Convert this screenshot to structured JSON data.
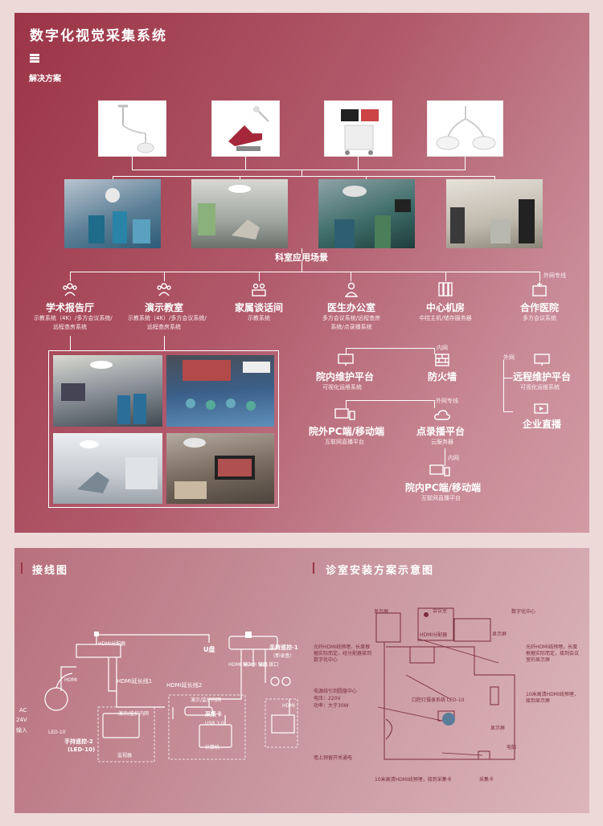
{
  "title": "数字化视觉采集系统",
  "subtitle": "解决方案",
  "devices": [
    "ceiling-lamp",
    "dental-chair",
    "mobile-cart",
    "dual-shadowless-lamp"
  ],
  "hub_label": "科室应用场景",
  "scenes": [
    {
      "title": "学术报告厅",
      "desc1": "示教系统（4K）/多方会议系统/",
      "desc2": "远程查房系统",
      "icon": "group-icon"
    },
    {
      "title": "演示教室",
      "desc1": "示教系统（4K）/多方会议系统/",
      "desc2": "远程查房系统",
      "icon": "group-icon"
    },
    {
      "title": "家属谈话间",
      "desc1": "示教系统",
      "desc2": "",
      "icon": "family-icon"
    },
    {
      "title": "医生办公室",
      "desc1": "多方会议系统/远程查房",
      "desc2": "系统/点录播系统",
      "icon": "doctor-icon"
    },
    {
      "title": "中心机房",
      "desc1": "中控主机/储存服务器",
      "desc2": "",
      "icon": "server-icon"
    },
    {
      "title": "合作医院",
      "desc1": "多方会议系统",
      "desc2": "",
      "icon": "hospital-icon"
    }
  ],
  "external_line": "外网专线",
  "platforms": {
    "intranet_label": "内网",
    "internal_maint": {
      "title": "院内维护平台",
      "desc": "可视化运维系统"
    },
    "firewall": {
      "title": "防火墙"
    },
    "external_label": "外网",
    "remote_maint": {
      "title": "远程维护平台",
      "desc": "可视化运维系统"
    },
    "enterprise_live": {
      "title": "企业直播"
    },
    "external_line_label": "外网专线",
    "outside_pc": {
      "title": "院外PC端/移动端",
      "desc": "互联网直播平台"
    },
    "vod": {
      "title": "点录播平台",
      "desc": "云服务器"
    },
    "intranet_label2": "内网",
    "inside_pc": {
      "title": "院内PC端/移动端",
      "desc": "互联网直播平台"
    }
  },
  "wiring": {
    "section_title": "接线图",
    "hdmi_splitter": "HDMI分配器",
    "hdmi": "HDMI",
    "hdmi_ext1": "HDMI延长线1",
    "hdmi_ext2": "HDMI延长线2",
    "u_disk": "U盘",
    "remote1_line1": "手持遥控-1",
    "remote1_line2": "(新录盒)",
    "port_labels": [
      "HDMI 输入",
      "HDMI 输出",
      "U盘 接口",
      "HDMI 输出"
    ],
    "show_ppt": "演示/监护内网",
    "show_ppt2": "演示/监护内网",
    "capture_card": "采集卡",
    "usb": "USB 3.0",
    "computer": "计算机",
    "ac_line1": "AC",
    "ac_line2": "24V",
    "ac_line3": "输入",
    "led": "LED-10",
    "remote2_line1": "手持遥控-2",
    "remote2_line2": "(LED-10)",
    "monitor_label": "监视器",
    "hdmi_right": "HDMI"
  },
  "install": {
    "section_title": "诊室安装方案示意图",
    "display_screen": "显示屏",
    "meeting_room": "会议室",
    "digital_center": "数字化中心",
    "hdmi_splitter": "HDMI分配器",
    "display_screen2": "显示屏",
    "note1": "光纤HDMI线预埋，长度根据实际而定，接到会议室的显示屏",
    "note2": "光纤HDMI线预埋，长度根据实际而定，经分配器接到数字化中心",
    "power_note1": "电源线引到圆盘中心",
    "power_note2": "电压：220V",
    "power_note3": "功率：大于30W",
    "led_cam": "口腔灯摄录系统 LED-10",
    "note3": "10米高清HDMI线预埋，接到显示屏",
    "display_screen3": "显示屏",
    "computer": "电脑",
    "wall_switch": "墙上预留开关通电",
    "note4": "10米高清HDMI线预埋，接到采集卡",
    "capture_card": "采集卡"
  }
}
